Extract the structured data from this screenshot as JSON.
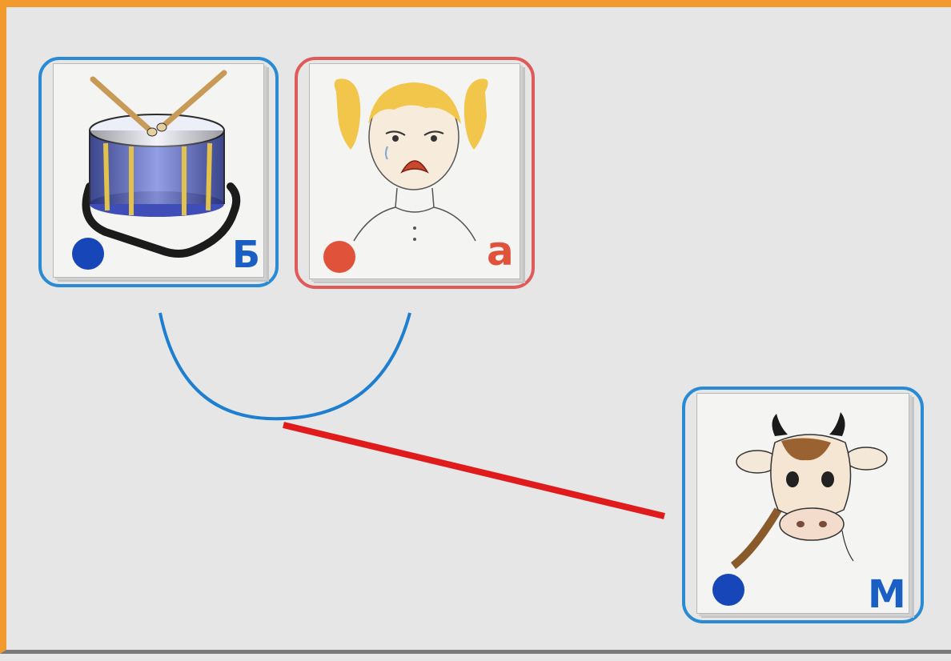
{
  "cards": [
    {
      "picture": "drum",
      "letter": "Б",
      "dot_color": "#1746b8",
      "letter_color": "#1a5fc4",
      "frame_color": "#2a8ad4"
    },
    {
      "picture": "crying-girl",
      "letter": "а",
      "dot_color": "#e0523a",
      "letter_color": "#e0523a",
      "frame_color": "#e05a5a"
    },
    {
      "picture": "cow",
      "letter": "М",
      "dot_color": "#1746b8",
      "letter_color": "#1a5fc4",
      "frame_color": "#2a8ad4"
    }
  ],
  "connectors": {
    "syllable_arc_color": "#1e7fd0",
    "link_line_color": "#e01b1b"
  },
  "frame_color": "#f39a2e"
}
